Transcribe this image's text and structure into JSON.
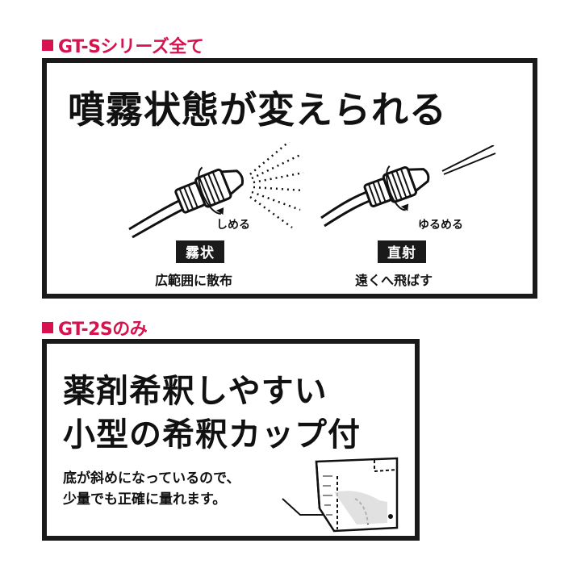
{
  "accent_color": "#d6134f",
  "section1": {
    "header": "GT-Sシリーズ全て",
    "title": "噴霧状態が変えられる",
    "left": {
      "action": "しめる",
      "tag": "霧状",
      "caption": "広範囲に散布",
      "icon": "nozzle-spray-icon"
    },
    "right": {
      "action": "ゆるめる",
      "tag": "直射",
      "caption": "遠くへ飛ばす",
      "icon": "nozzle-jet-icon"
    }
  },
  "section2": {
    "header": "GT-2Sのみ",
    "title_line1": "薬剤希釈しやすい",
    "title_line2": "小型の希釈カップ付",
    "desc_line1": "底が斜めになっているので、",
    "desc_line2": "少量でも正確に量れます。",
    "icon": "measuring-cup-icon"
  }
}
